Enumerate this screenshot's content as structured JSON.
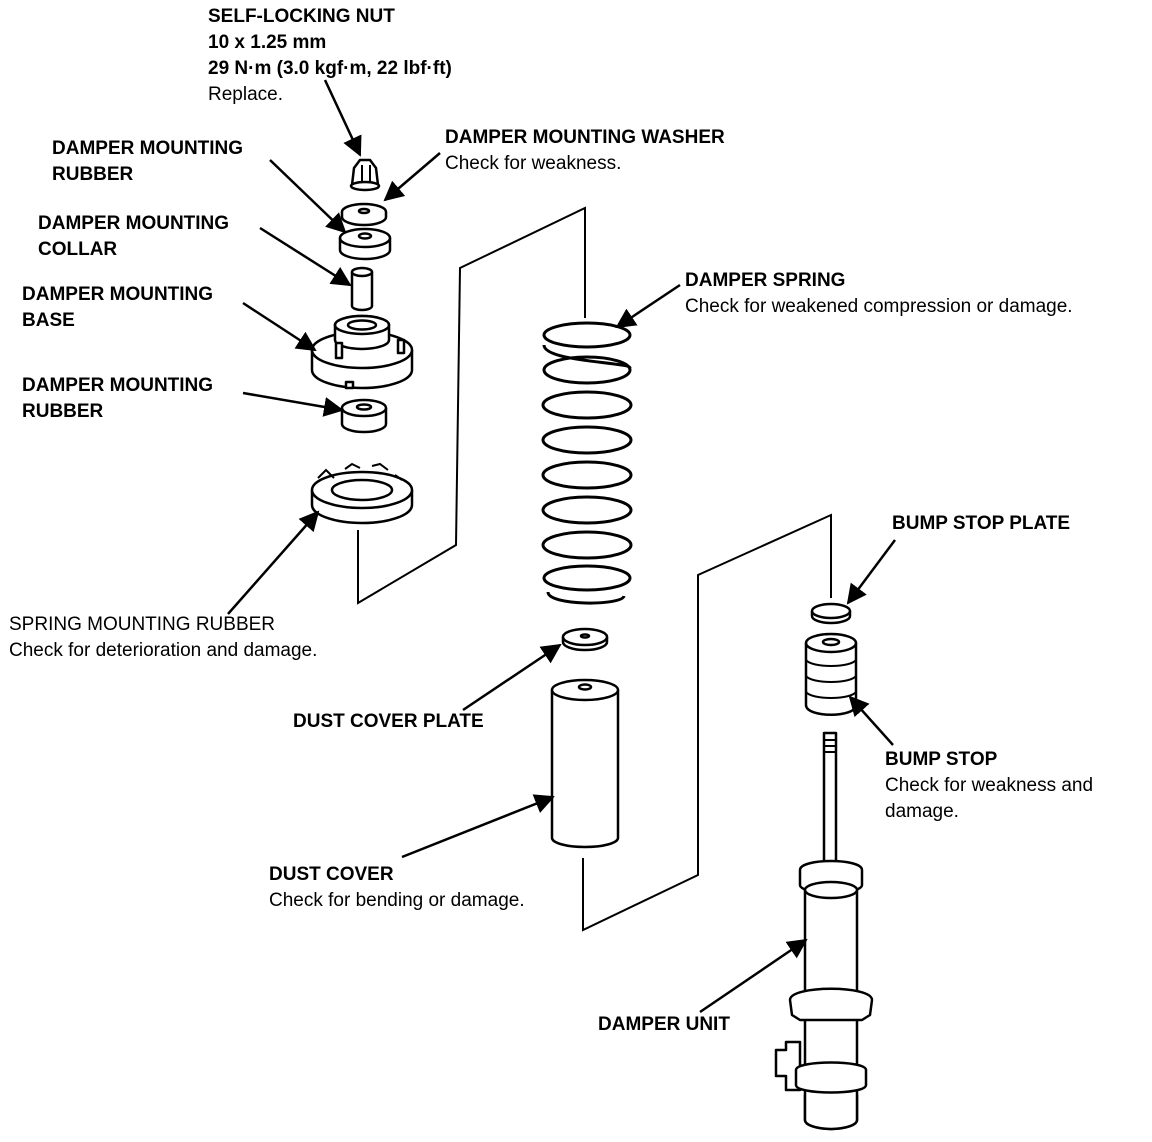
{
  "labels": {
    "self_locking_nut": {
      "name": "SELF-LOCKING NUT",
      "size": "10 x 1.25 mm",
      "torque": "29 N·m (3.0 kgf·m, 22 lbf·ft)",
      "note": "Replace."
    },
    "damper_mounting_washer": {
      "name": "DAMPER MOUNTING WASHER",
      "note": "Check for weakness."
    },
    "damper_mounting_rubber_upper": {
      "line1": "DAMPER MOUNTING",
      "line2": "RUBBER"
    },
    "damper_mounting_collar": {
      "line1": "DAMPER MOUNTING",
      "line2": "COLLAR"
    },
    "damper_mounting_base": {
      "line1": "DAMPER MOUNTING",
      "line2": "BASE"
    },
    "damper_mounting_rubber_lower": {
      "line1": "DAMPER MOUNTING",
      "line2": "RUBBER"
    },
    "damper_spring": {
      "name": "DAMPER SPRING",
      "note": "Check for weakened compression or damage."
    },
    "spring_mounting_rubber": {
      "name": "SPRING MOUNTING RUBBER",
      "note": "Check for deterioration and damage."
    },
    "dust_cover_plate": {
      "name": "DUST COVER PLATE"
    },
    "dust_cover": {
      "name": "DUST COVER",
      "note": "Check for bending or damage."
    },
    "bump_stop_plate": {
      "name": "BUMP STOP PLATE"
    },
    "bump_stop": {
      "name": "BUMP STOP",
      "note1": "Check for weakness and",
      "note2": "damage."
    },
    "damper_unit": {
      "name": "DAMPER UNIT"
    }
  }
}
